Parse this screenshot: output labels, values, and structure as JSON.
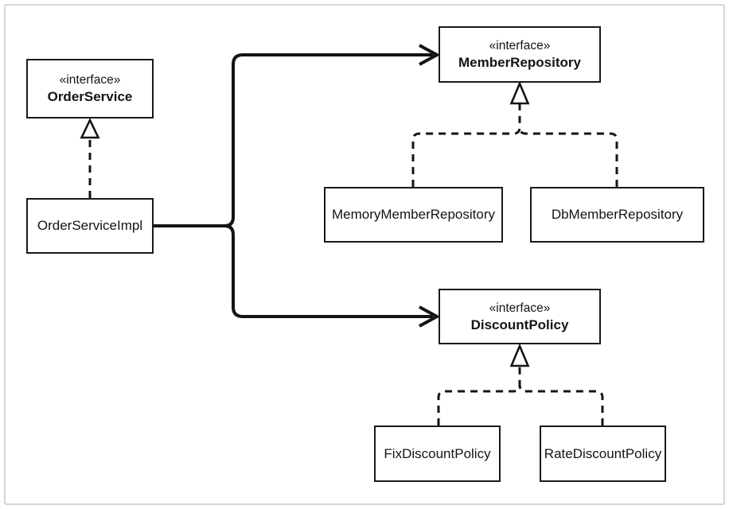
{
  "diagram": {
    "kind": "uml-class-diagram",
    "nodes": {
      "order_service": {
        "stereotype": "«interface»",
        "name": "OrderService"
      },
      "order_service_impl": {
        "name": "OrderServiceImpl"
      },
      "member_repository": {
        "stereotype": "«interface»",
        "name": "MemberRepository"
      },
      "memory_member_repository": {
        "name": "MemoryMemberRepository"
      },
      "db_member_repository": {
        "name": "DbMemberRepository"
      },
      "discount_policy": {
        "stereotype": "«interface»",
        "name": "DiscountPolicy"
      },
      "fix_discount_policy": {
        "name": "FixDiscountPolicy"
      },
      "rate_discount_policy": {
        "name": "RateDiscountPolicy"
      }
    },
    "edges": [
      {
        "from": "OrderServiceImpl",
        "to": "OrderService",
        "type": "realization"
      },
      {
        "from": "OrderServiceImpl",
        "to": "MemberRepository",
        "type": "dependency"
      },
      {
        "from": "OrderServiceImpl",
        "to": "DiscountPolicy",
        "type": "dependency"
      },
      {
        "from": "MemoryMemberRepository",
        "to": "MemberRepository",
        "type": "realization"
      },
      {
        "from": "DbMemberRepository",
        "to": "MemberRepository",
        "type": "realization"
      },
      {
        "from": "FixDiscountPolicy",
        "to": "DiscountPolicy",
        "type": "realization"
      },
      {
        "from": "RateDiscountPolicy",
        "to": "DiscountPolicy",
        "type": "realization"
      }
    ],
    "colors": {
      "line": "#141414",
      "text": "#141414",
      "node_fill": "#ffffff",
      "frame_border": "#d6d6d6",
      "background": "#ffffff"
    }
  }
}
